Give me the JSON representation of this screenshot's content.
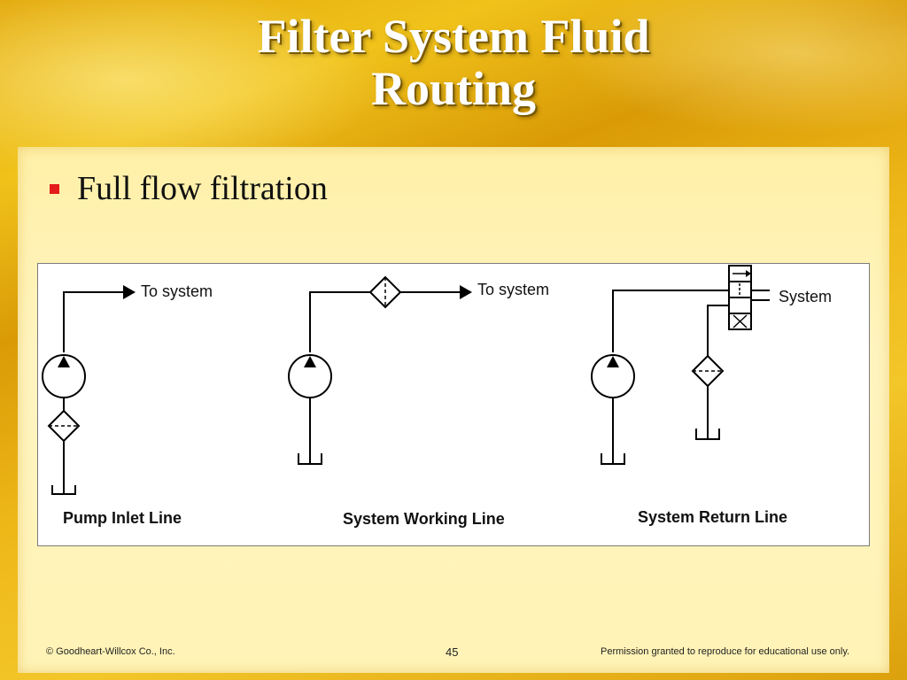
{
  "slide": {
    "title_line1": "Filter System Fluid",
    "title_line2": "Routing",
    "bullet": "Full flow filtration"
  },
  "diagram": {
    "pump_inlet": {
      "to_label": "To system",
      "caption": "Pump Inlet Line"
    },
    "system_working": {
      "to_label": "To system",
      "caption": "System Working Line"
    },
    "system_return": {
      "to_label": "System",
      "caption": "System Return Line"
    }
  },
  "footer": {
    "copyright": "© Goodheart-Willcox Co., Inc.",
    "page_number": "45",
    "permission": "Permission granted to reproduce for educational use only."
  },
  "colors": {
    "bullet": "#e31b1b",
    "title_text": "#ffffff",
    "background": "#f0c21a"
  }
}
